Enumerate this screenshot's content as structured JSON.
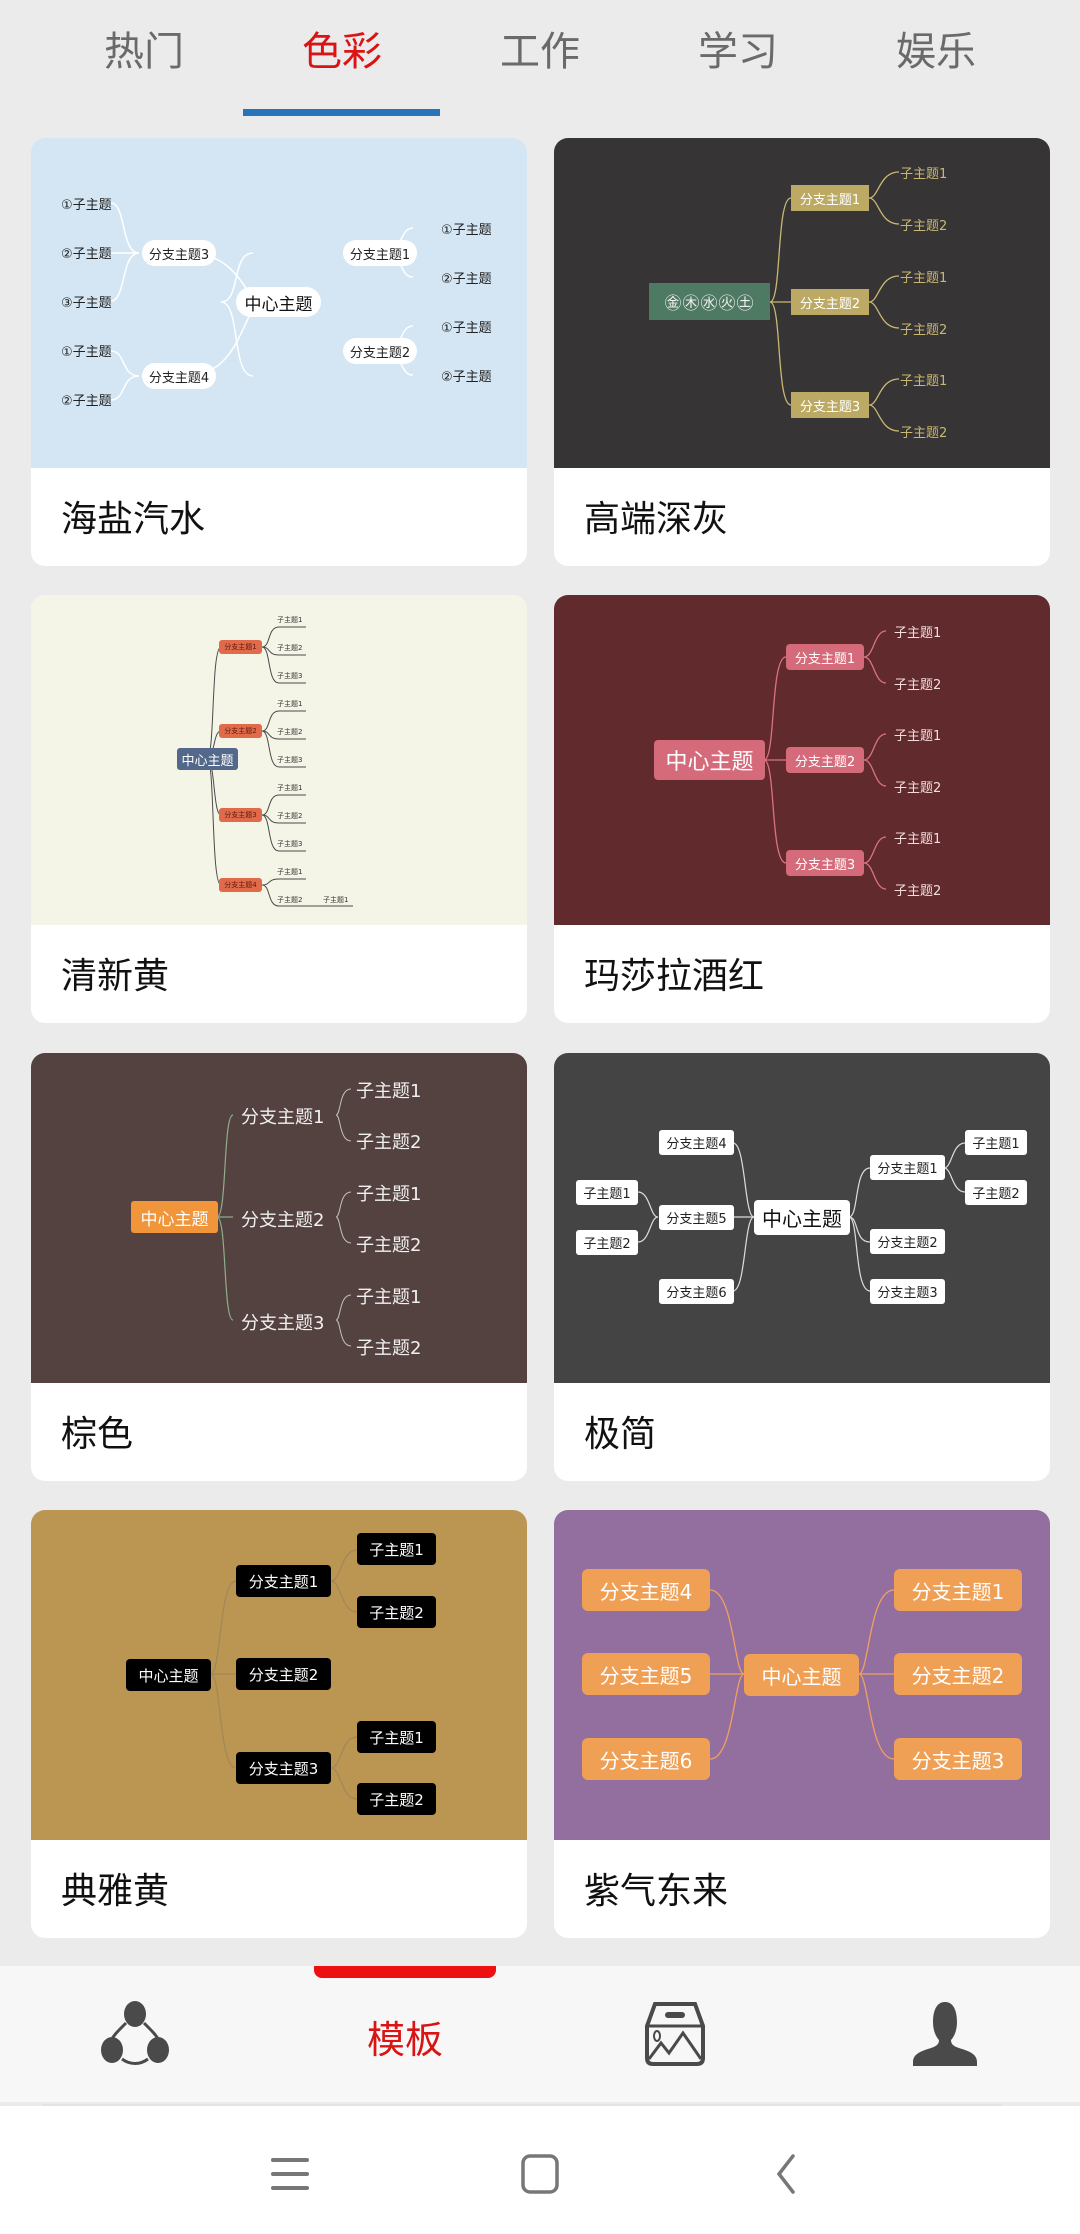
{
  "tabs": [
    {
      "label": "热门",
      "active": false
    },
    {
      "label": "色彩",
      "active": true
    },
    {
      "label": "工作",
      "active": false
    },
    {
      "label": "学习",
      "active": false
    },
    {
      "label": "娱乐",
      "active": false
    }
  ],
  "colors": {
    "accent_red": "#d81414",
    "tab_indicator": "#2873b9",
    "nav_indicator": "#ee1010"
  },
  "templates": [
    {
      "title": "海盐汽水",
      "background": "#d4e6f3",
      "center": "中心主题",
      "branches_right": [
        {
          "label": "分支主题1",
          "children": [
            "①子主题",
            "②子主题"
          ]
        },
        {
          "label": "分支主题2",
          "children": [
            "①子主题",
            "②子主题"
          ]
        }
      ],
      "branches_left": [
        {
          "label": "分支主题3",
          "children": [
            "①子主题",
            "②子主题",
            "③子主题"
          ]
        },
        {
          "label": "分支主题4",
          "children": [
            "①子主题",
            "②子主题"
          ]
        }
      ]
    },
    {
      "title": "高端深灰",
      "background": "#363435",
      "center": "㊎㊍㊌㊋㊏",
      "branches_right": [
        {
          "label": "分支主题1",
          "children": [
            "子主题1",
            "子主题2"
          ]
        },
        {
          "label": "分支主题2",
          "children": [
            "子主题1",
            "子主题2"
          ]
        },
        {
          "label": "分支主题3",
          "children": [
            "子主题1",
            "子主题2"
          ]
        }
      ]
    },
    {
      "title": "清新黄",
      "background": "#f4f5e6",
      "center": "中心主题",
      "branches_right": [
        {
          "label": "分支主题1",
          "children": [
            "子主题1",
            "子主题2",
            "子主题3"
          ]
        },
        {
          "label": "分支主题2",
          "children": [
            "子主题1",
            "子主题2",
            "子主题3"
          ]
        },
        {
          "label": "分支主题3",
          "children": [
            "子主题1",
            "子主题2",
            "子主题3"
          ]
        },
        {
          "label": "分支主题4",
          "children": [
            "子主题1",
            "子主题2"
          ],
          "extra": "子主题1"
        }
      ]
    },
    {
      "title": "玛莎拉酒红",
      "background": "#612a2c",
      "center": "中心主题",
      "branches_right": [
        {
          "label": "分支主题1",
          "children": [
            "子主题1",
            "子主题2"
          ]
        },
        {
          "label": "分支主题2",
          "children": [
            "子主题1",
            "子主题2"
          ]
        },
        {
          "label": "分支主题3",
          "children": [
            "子主题1",
            "子主题2"
          ]
        }
      ]
    },
    {
      "title": "棕色",
      "background": "#544241",
      "center": "中心主题",
      "branches_right": [
        {
          "label": "分支主题1",
          "children": [
            "子主题1",
            "子主题2"
          ]
        },
        {
          "label": "分支主题2",
          "children": [
            "子主题1",
            "子主题2"
          ]
        },
        {
          "label": "分支主题3",
          "children": [
            "子主题1",
            "子主题2"
          ]
        }
      ]
    },
    {
      "title": "极简",
      "background": "#444444",
      "center": "中心主题",
      "branches_right": [
        {
          "label": "分支主题1",
          "children": [
            "子主题1",
            "子主题2"
          ]
        },
        {
          "label": "分支主题2",
          "children": []
        },
        {
          "label": "分支主题3",
          "children": []
        }
      ],
      "branches_left": [
        {
          "label": "分支主题4",
          "children": []
        },
        {
          "label": "分支主题5",
          "children": [
            "子主题1",
            "子主题2"
          ]
        },
        {
          "label": "分支主题6",
          "children": []
        }
      ]
    },
    {
      "title": "典雅黄",
      "background": "#bb9552",
      "center": "中心主题",
      "branches_right": [
        {
          "label": "分支主题1",
          "children": [
            "子主题1",
            "子主题2"
          ]
        },
        {
          "label": "分支主题2",
          "children": []
        },
        {
          "label": "分支主题3",
          "children": [
            "子主题1",
            "子主题2"
          ]
        }
      ]
    },
    {
      "title": "紫气东来",
      "background": "#936f9f",
      "center": "中心主题",
      "branches_right": [
        {
          "label": "分支主题1"
        },
        {
          "label": "分支主题2"
        },
        {
          "label": "分支主题3"
        }
      ],
      "branches_left": [
        {
          "label": "分支主题4"
        },
        {
          "label": "分支主题5"
        },
        {
          "label": "分支主题6"
        }
      ]
    }
  ],
  "bottom_nav": [
    {
      "icon": "share-network-icon",
      "label": "",
      "active": false
    },
    {
      "icon": "",
      "label": "模板",
      "active": true
    },
    {
      "icon": "image-gallery-icon",
      "label": "",
      "active": false
    },
    {
      "icon": "user-profile-icon",
      "label": "",
      "active": false
    }
  ],
  "system_nav": [
    {
      "icon": "recent-apps-icon"
    },
    {
      "icon": "home-icon"
    },
    {
      "icon": "back-icon"
    }
  ]
}
